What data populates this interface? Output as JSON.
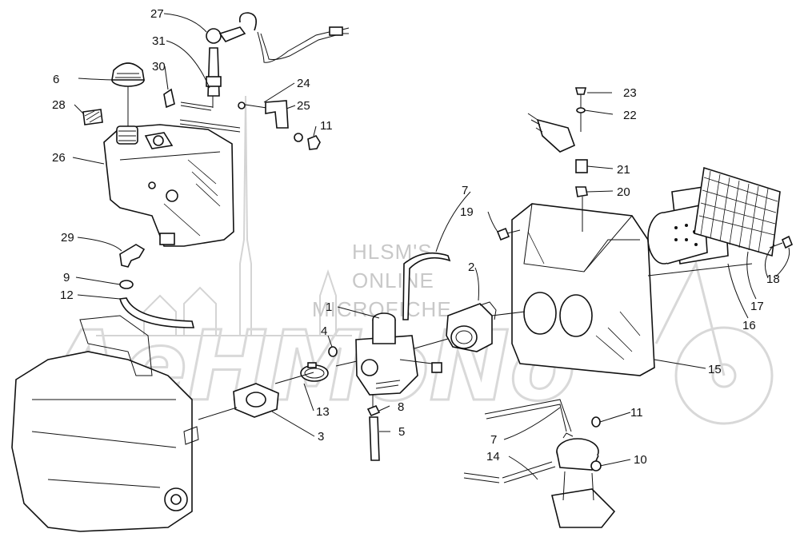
{
  "watermark": {
    "lines": [
      "HLSM'S",
      "ONLINE",
      "MICROFICHE"
    ],
    "brand": "AeHMoNo"
  },
  "callouts": [
    {
      "id": "c1",
      "label": "1"
    },
    {
      "id": "c2",
      "label": "2"
    },
    {
      "id": "c3",
      "label": "3"
    },
    {
      "id": "c4",
      "label": "4"
    },
    {
      "id": "c5",
      "label": "5"
    },
    {
      "id": "c6",
      "label": "6"
    },
    {
      "id": "c7a",
      "label": "7"
    },
    {
      "id": "c7b",
      "label": "7"
    },
    {
      "id": "c8",
      "label": "8"
    },
    {
      "id": "c9",
      "label": "9"
    },
    {
      "id": "c10",
      "label": "10"
    },
    {
      "id": "c11a",
      "label": "11"
    },
    {
      "id": "c11b",
      "label": "11"
    },
    {
      "id": "c12",
      "label": "12"
    },
    {
      "id": "c13",
      "label": "13"
    },
    {
      "id": "c14",
      "label": "14"
    },
    {
      "id": "c15",
      "label": "15"
    },
    {
      "id": "c16",
      "label": "16"
    },
    {
      "id": "c17",
      "label": "17"
    },
    {
      "id": "c18",
      "label": "18"
    },
    {
      "id": "c19",
      "label": "19"
    },
    {
      "id": "c20",
      "label": "20"
    },
    {
      "id": "c21",
      "label": "21"
    },
    {
      "id": "c22",
      "label": "22"
    },
    {
      "id": "c23",
      "label": "23"
    },
    {
      "id": "c24",
      "label": "24"
    },
    {
      "id": "c25",
      "label": "25"
    },
    {
      "id": "c26",
      "label": "26"
    },
    {
      "id": "c27",
      "label": "27"
    },
    {
      "id": "c28",
      "label": "28"
    },
    {
      "id": "c29",
      "label": "29"
    },
    {
      "id": "c30",
      "label": "30"
    },
    {
      "id": "c31",
      "label": "31"
    }
  ]
}
